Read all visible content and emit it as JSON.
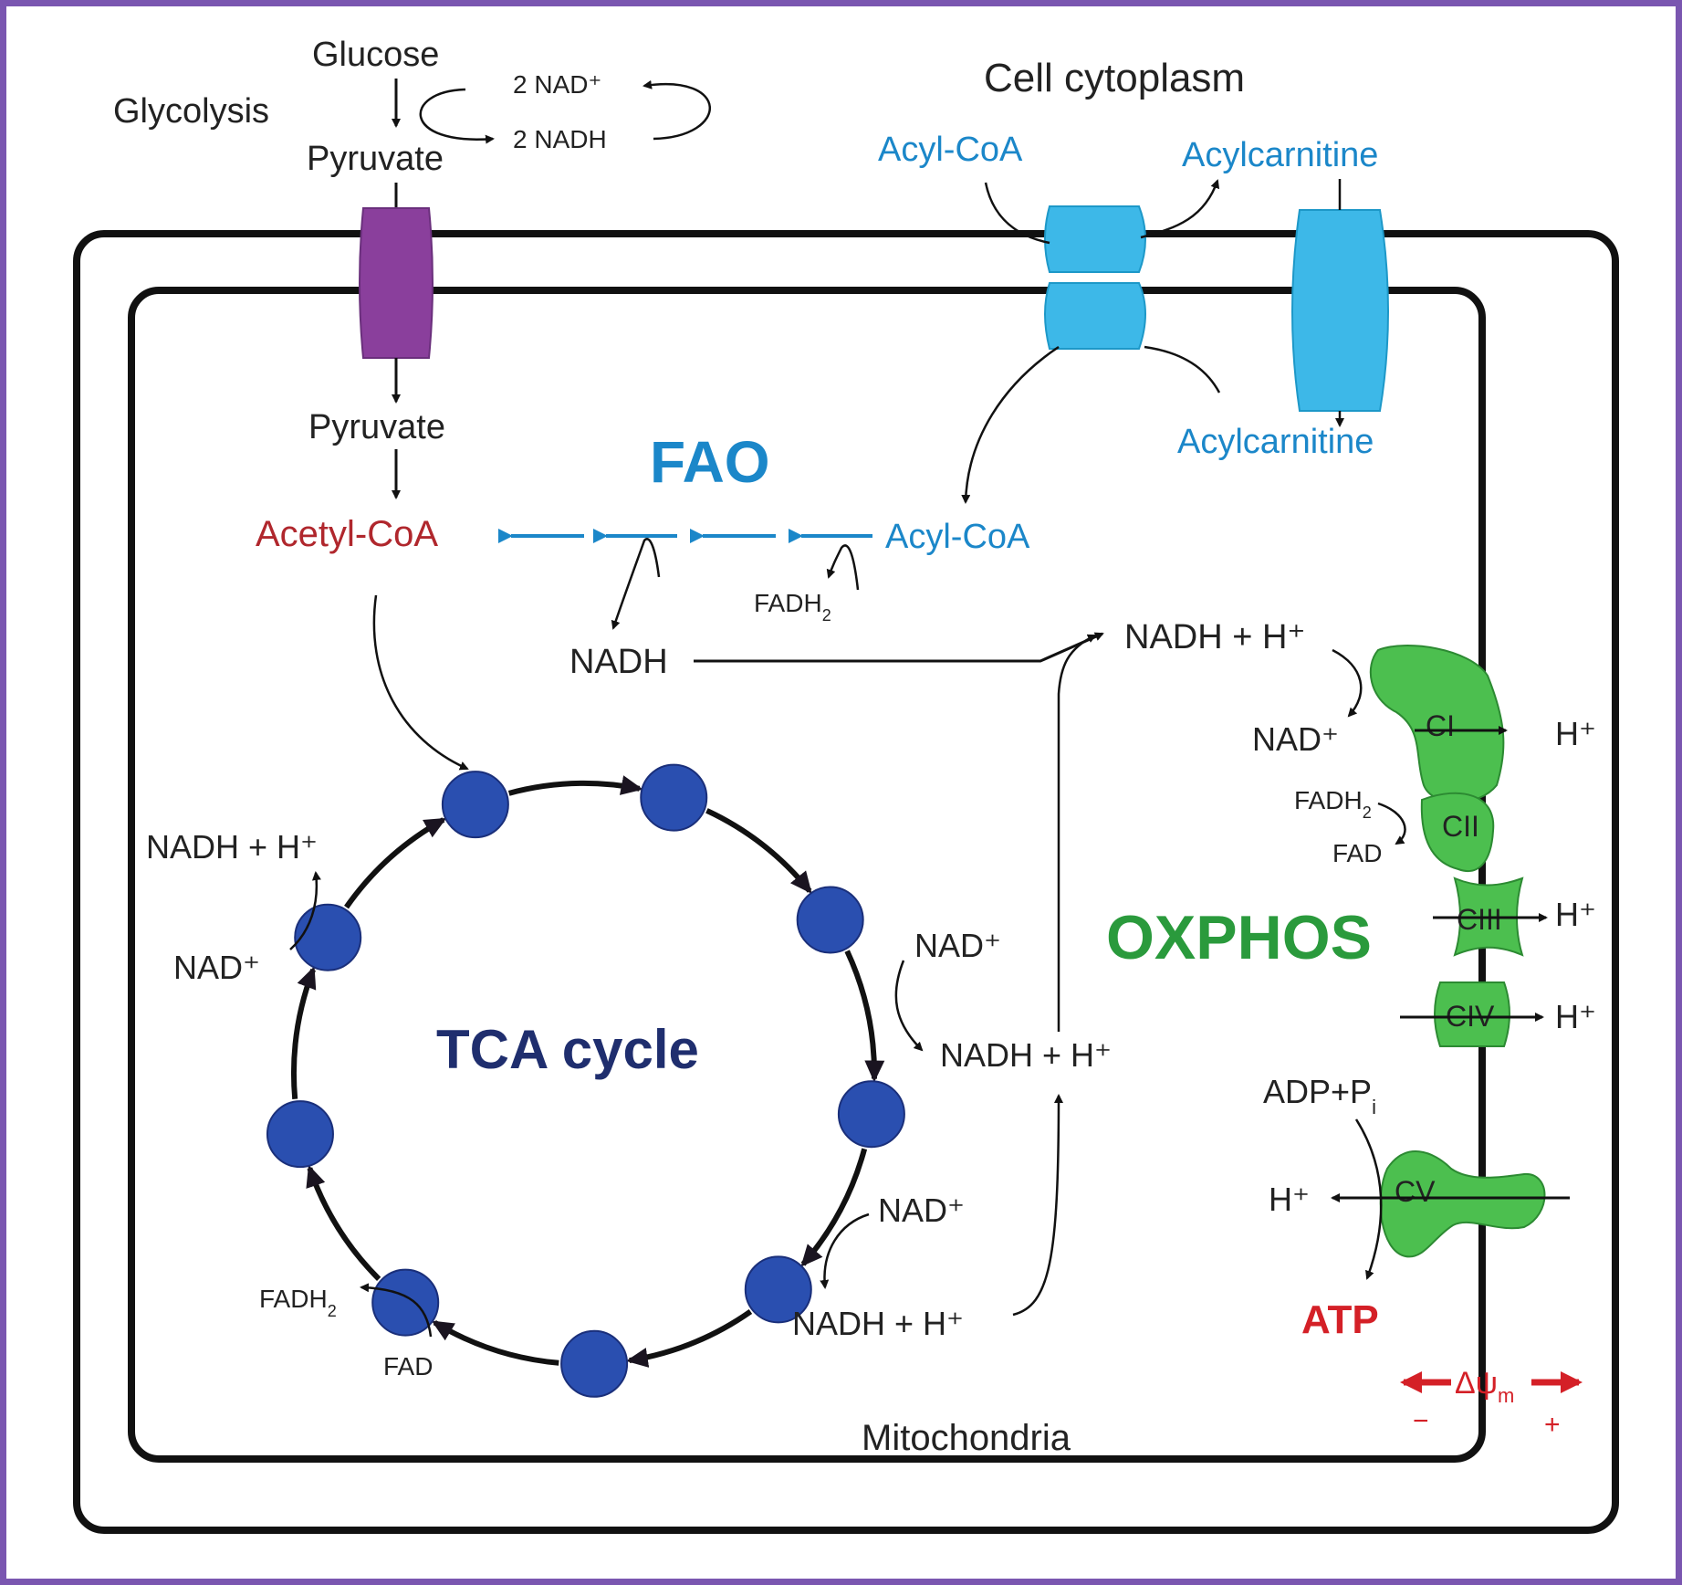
{
  "cytoplasm": {
    "title": "Cell cytoplasm",
    "glycolysis": {
      "label": "Glycolysis",
      "glucose": "Glucose",
      "pyruvate": "Pyruvate",
      "nad": "2 NAD⁺",
      "nadh": "2 NADH"
    },
    "acyl_coa": "Acyl-CoA",
    "acylcarnitine_out": "Acylcarnitine"
  },
  "mitochondria": {
    "label": "Mitochondria",
    "pyruvate": "Pyruvate",
    "acetyl_coa": "Acetyl-CoA",
    "acylcarnitine_in": "Acylcarnitine",
    "fao": {
      "title": "FAO",
      "acyl_coa": "Acyl-CoA",
      "fadh2": "FADH",
      "fadh2_sub": "2",
      "nadh": "NADH"
    },
    "tca": {
      "title": "TCA cycle",
      "node_count": 9,
      "left_nadh": "NADH + H⁺",
      "left_nad": "NAD⁺",
      "right_nad_1": "NAD⁺",
      "right_nadh_1": "NADH + H⁺",
      "right_nad_2": "NAD⁺",
      "right_nadh_2": "NADH + H⁺",
      "fadh2": "FADH",
      "fadh2_sub": "2",
      "fad": "FAD"
    },
    "oxphos": {
      "title": "OXPHOS",
      "nadh_in": "NADH + H⁺",
      "nad_out": "NAD⁺",
      "fadh2": "FADH",
      "fadh2_sub": "2",
      "fad": "FAD",
      "complexes": [
        "CI",
        "CII",
        "CIII",
        "CIV",
        "CV"
      ],
      "proton": "H⁺",
      "adp": "ADP+P",
      "adp_sub": "i",
      "atp": "ATP",
      "membrane_potential": "Δψ",
      "membrane_potential_sub": "m",
      "minus": "−",
      "plus": "+"
    }
  },
  "colors": {
    "frame": "#7a56b0",
    "fao_blue": "#1b87c9",
    "transporter_blue": "#3db8e8",
    "pyruvate_carrier": "#8a3f9c",
    "acetyl_red": "#b0272d",
    "tca_node": "#2a4fb0",
    "tca_title": "#1f2e6e",
    "oxphos_green": "#2a9a3c",
    "complex_fill": "#4cbf4f",
    "atp_red": "#d42027"
  }
}
